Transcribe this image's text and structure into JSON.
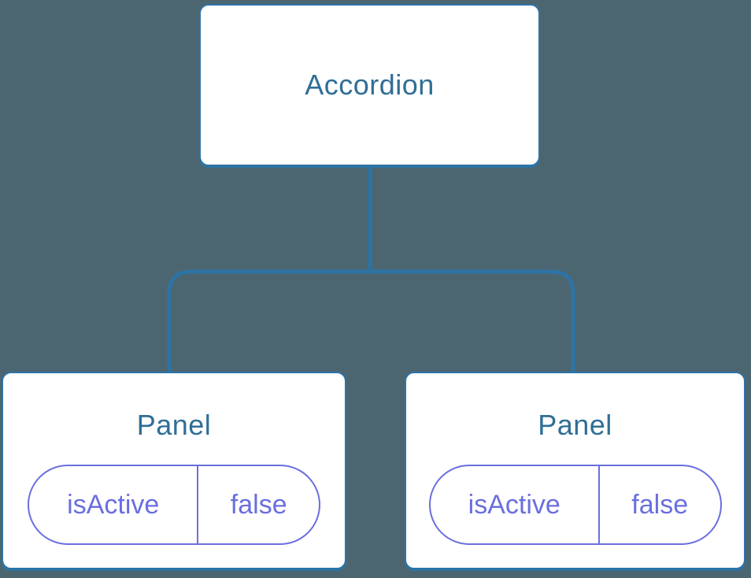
{
  "diagram": {
    "description_colors": {
      "background": "#4C6671",
      "node_fill": "#FFFFFF",
      "node_border_blue": "#2D73A5",
      "node_text_blue": "#2F6E96",
      "state_purple": "#6A6FDE"
    },
    "tree": {
      "root": {
        "label": "Accordion"
      },
      "children": [
        {
          "label": "Panel",
          "state": {
            "key": "isActive",
            "value": "false"
          }
        },
        {
          "label": "Panel",
          "state": {
            "key": "isActive",
            "value": "false"
          }
        }
      ]
    }
  }
}
